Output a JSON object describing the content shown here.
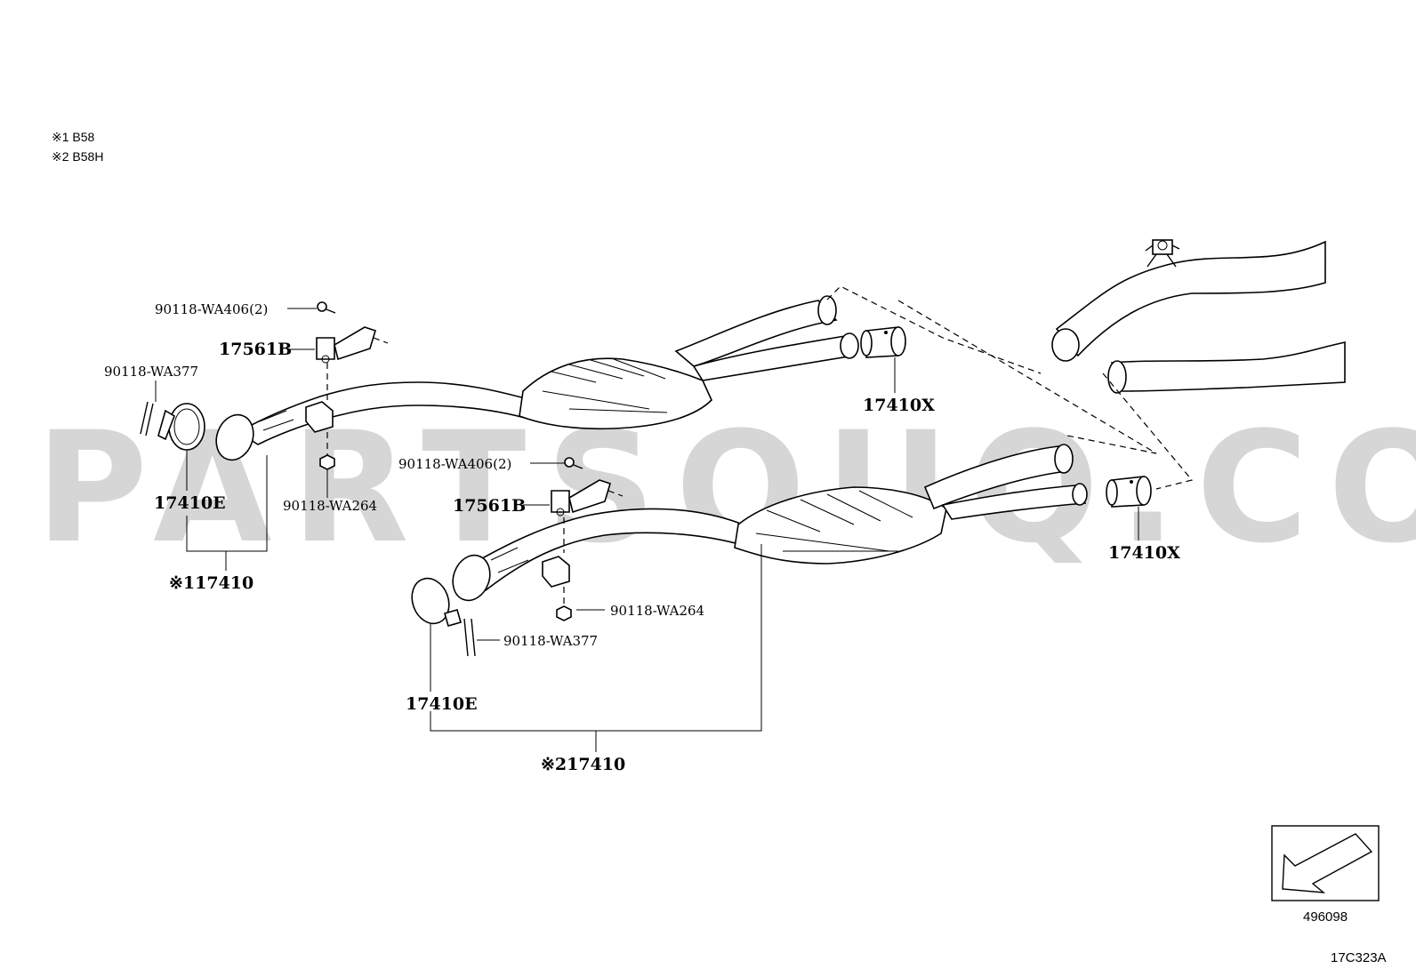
{
  "legend": {
    "note1": "※1 B58",
    "note2": "※2 B58H"
  },
  "watermark": "PARTSOUQ.COM",
  "upper_assembly": {
    "bolt_label": "90118-WA406(2)",
    "bracket_label": "17561B",
    "clamp_bolt_label": "90118-WA377",
    "nut_label": "90118-WA264",
    "gasket_label": "17410E",
    "tip_label": "17410X",
    "assembly_label": "※117410"
  },
  "lower_assembly": {
    "bolt_label": "90118-WA406(2)",
    "bracket_label": "17561B",
    "clamp_bolt_label": "90118-WA377",
    "nut_label": "90118-WA264",
    "gasket_label": "17410E",
    "tip_label": "17410X",
    "assembly_label": "※217410"
  },
  "orientation_box": {
    "code": "496098",
    "arrow_icon": "front-direction-arrow"
  },
  "figure_code": "17C323A"
}
